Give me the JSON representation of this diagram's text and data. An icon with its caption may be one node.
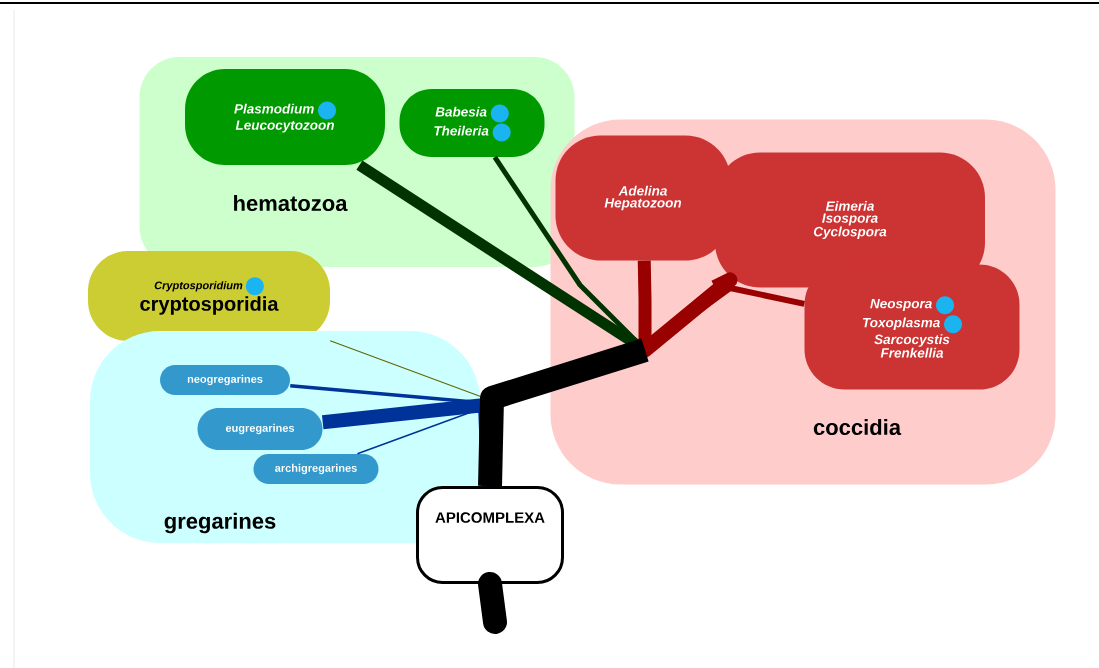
{
  "diagram": {
    "nodes": [
      {
        "text": [
          "hematozoa"
        ]
      },
      {
        "text": [
          "Plasmodium",
          "Leucocytozoon"
        ],
        "in": 0
      },
      {
        "text": [
          "Babesia",
          "Theileria"
        ],
        "in": 0
      },
      {
        "text": [
          "coccidia"
        ]
      },
      {
        "text": [
          "Adelina",
          "Hepatozoon"
        ],
        "in": 3
      },
      {
        "text": [
          "Eimeria",
          "Isospora",
          "Cyclospora"
        ],
        "in": 3
      },
      {
        "text": [
          "Neospora",
          "Toxoplasma",
          "Sarcocystis",
          "Frenkellia"
        ],
        "in": 3
      },
      {
        "text": [
          "Cryptosporidium",
          "cryptosporidia"
        ]
      },
      {
        "text": [
          "gregarines"
        ]
      },
      {
        "text": [
          "neogregarines"
        ],
        "in": 8
      },
      {
        "text": [
          "eugregarines"
        ],
        "in": 8
      },
      {
        "text": [
          "archigregarines"
        ],
        "in": 8
      },
      {
        "text": [
          "APICOMPLEXA"
        ]
      }
    ],
    "edges": [
      {
        "from": 12,
        "to": 1,
        "arrow": "none",
        "style": "thick",
        "color": "#003300"
      },
      {
        "from": 12,
        "to": 2,
        "arrow": "none",
        "color": "#003300"
      },
      {
        "from": 12,
        "to": 4,
        "arrow": "none",
        "style": "thick",
        "color": "#990000"
      },
      {
        "from": 12,
        "to": 5,
        "arrow": "none",
        "style": "thick",
        "color": "#990000"
      },
      {
        "from": 12,
        "to": 6,
        "arrow": "none",
        "color": "#990000"
      },
      {
        "from": 12,
        "to": 7,
        "arrow": "none",
        "color": "#666600"
      },
      {
        "from": 12,
        "to": 9,
        "arrow": "none",
        "color": "#003399"
      },
      {
        "from": 12,
        "to": 10,
        "arrow": "none",
        "style": "thick",
        "color": "#003399"
      },
      {
        "from": 12,
        "to": 11,
        "arrow": "none",
        "color": "#003399"
      }
    ]
  }
}
